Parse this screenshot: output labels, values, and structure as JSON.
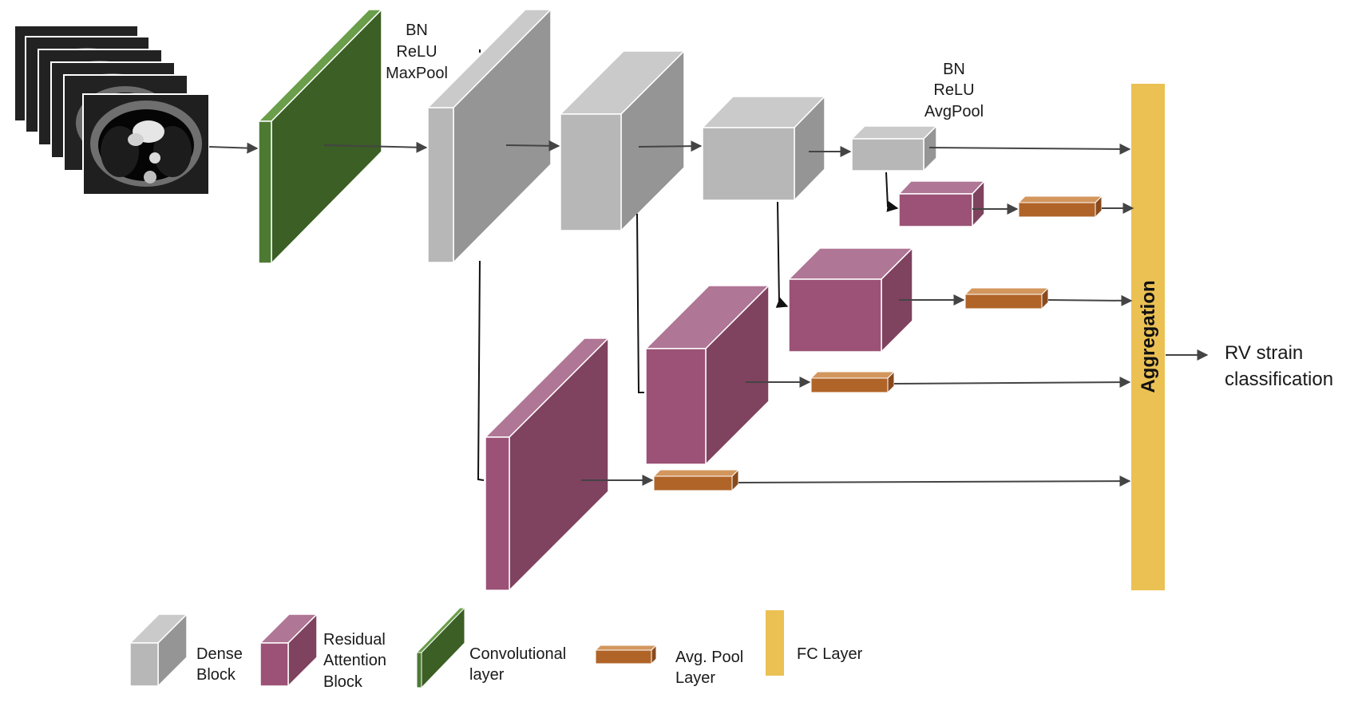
{
  "labels": {
    "conv_ops": [
      "BN",
      "ReLU",
      "MaxPool"
    ],
    "dense_ops": [
      "BN",
      "ReLU",
      "AvgPool"
    ],
    "aggregation": "Aggregation",
    "output": [
      "RV strain",
      "classification"
    ]
  },
  "legend": {
    "dense_block": [
      "Dense",
      "Block"
    ],
    "residual_attention_block": [
      "Residual",
      "Attention",
      "Block"
    ],
    "convolutional_layer": [
      "Convolutional",
      "layer"
    ],
    "avg_pool_layer": [
      "Avg. Pool",
      "Layer"
    ],
    "fc_layer": "FC Layer"
  },
  "colors": {
    "dense": "#b7b7b7",
    "residual_attention": "#9b5276",
    "convolutional": "#3b5f24",
    "avg_pool": "#b06428",
    "fc": "#ebc154"
  }
}
